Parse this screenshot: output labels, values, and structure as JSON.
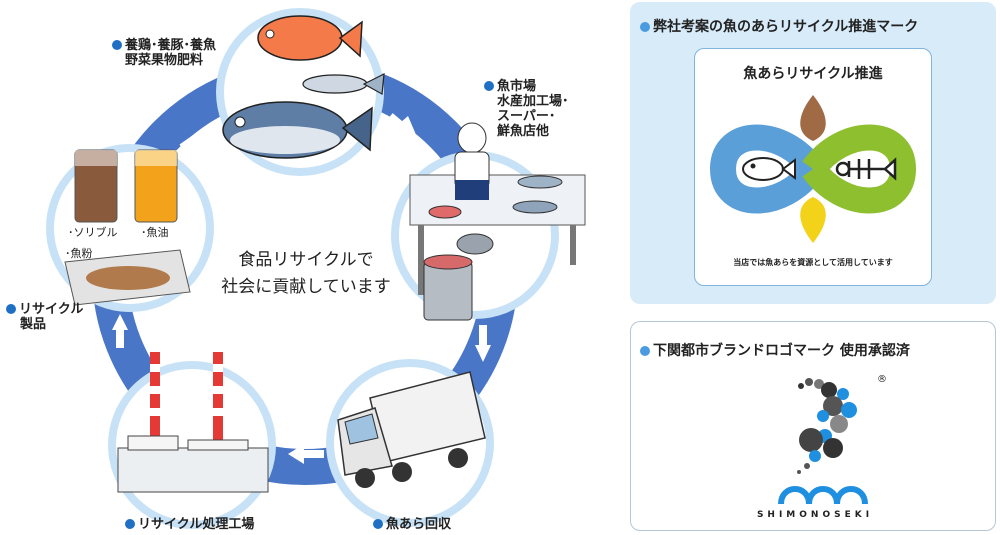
{
  "cycle": {
    "center_line1": "食品リサイクルで",
    "center_line2": "社会に貢献しています",
    "feed_fertilizer_line1": "養鶏･養豚･養魚",
    "feed_fertilizer_line2": "野菜果物肥料",
    "fish_market_line1": "魚市場",
    "fish_market_line2": "水産加工場･",
    "fish_market_line3": "スーパー･",
    "fish_market_line4": "鮮魚店他",
    "collection": "魚あら回収",
    "plant": "リサイクル処理工場",
    "products_line1": "リサイクル",
    "products_line2": "製品",
    "soluble": "･ソリブル",
    "fish_oil": "･魚油",
    "fish_meal": "･魚粉"
  },
  "recycle_mark_panel": {
    "title": "弊社考案の魚のあらリサイクル推進マーク",
    "mark_heading": "魚あらリサイクル推進",
    "mark_caption": "当店では魚あらを資源として活用しています"
  },
  "brand_panel": {
    "title": "下関都市ブランドロゴマーク 使用承認済",
    "logo_text": "SHIMONOSEKI",
    "registered": "®"
  },
  "colors": {
    "ring": "#c7e2f6",
    "arrow": "#4a76c8",
    "dot": "#1f6fc5",
    "panel1_bg": "#d7ebf9",
    "infinity_blue": "#5b9fd9",
    "infinity_green": "#8dbf2f",
    "drop_brown": "#a06a45",
    "drop_yellow": "#f3d21a"
  }
}
